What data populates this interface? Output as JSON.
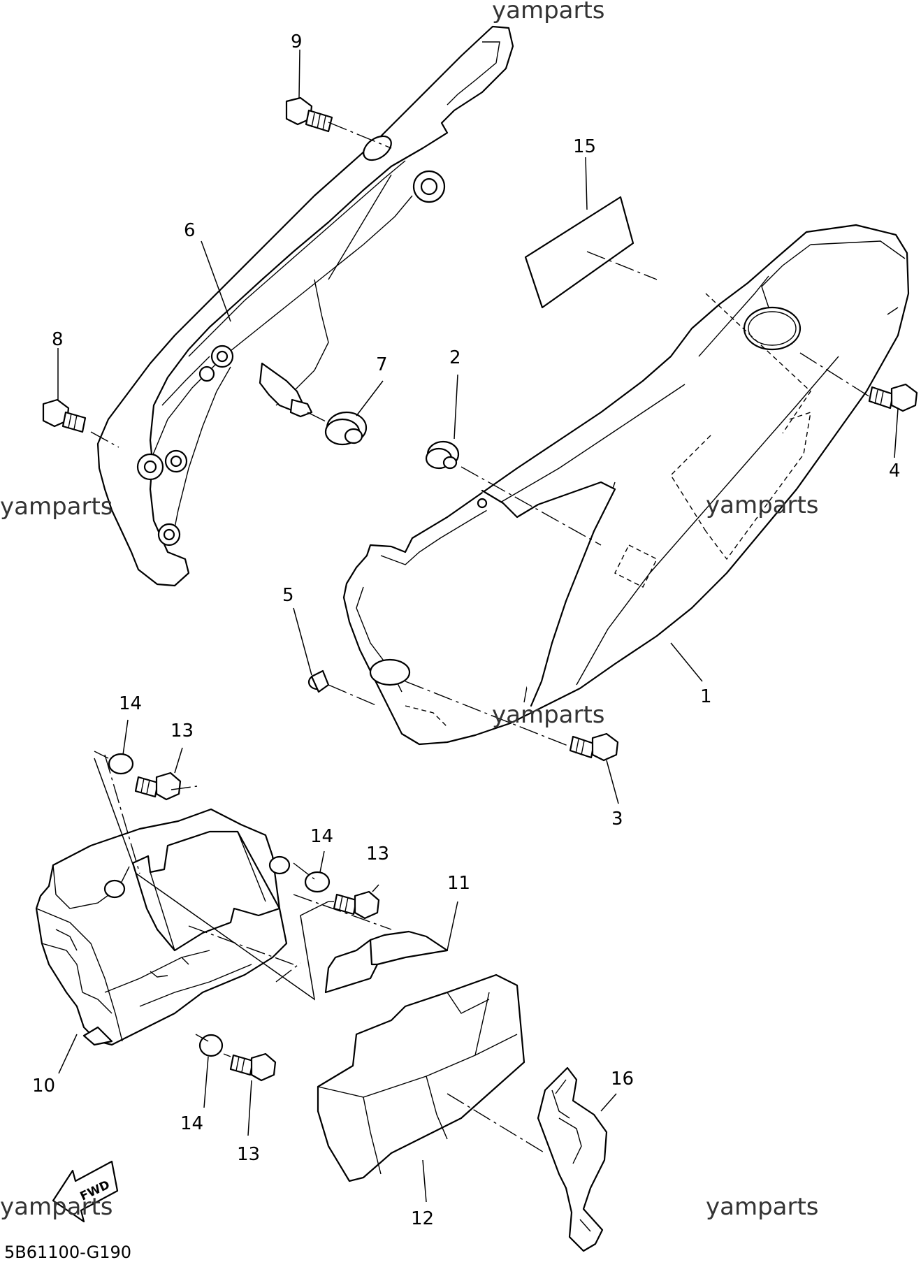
{
  "diagram": {
    "code": "5B61100-G190",
    "watermark": "yamparts",
    "fwd_label": "FWD",
    "callouts": {
      "c1": "1",
      "c2": "2",
      "c3": "3",
      "c4": "4",
      "c5": "5",
      "c6": "6",
      "c7": "7",
      "c8": "8",
      "c9": "9",
      "c10": "10",
      "c11": "11",
      "c12": "12",
      "c13a": "13",
      "c13b": "13",
      "c13c": "13",
      "c14a": "14",
      "c14b": "14",
      "c14c": "14",
      "c15": "15",
      "c16": "16"
    }
  }
}
